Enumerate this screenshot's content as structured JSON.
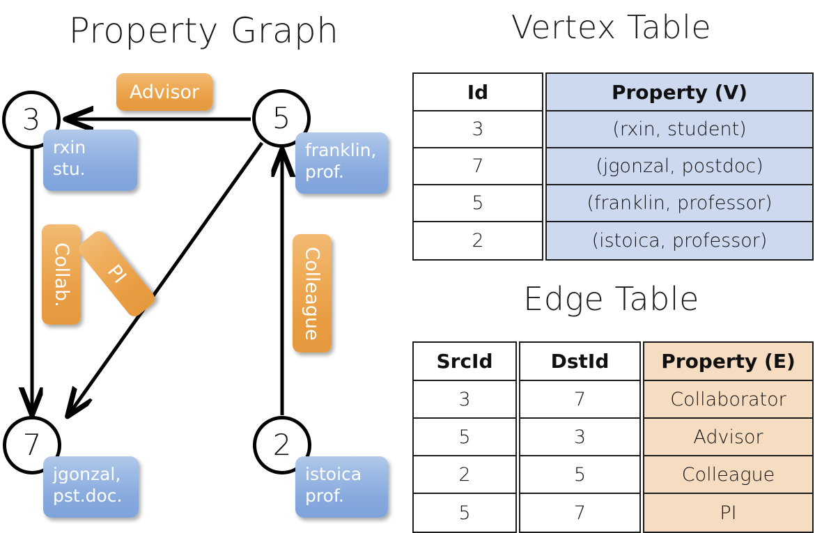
{
  "titles": {
    "property_graph": "Property Graph",
    "vertex_table": "Vertex Table",
    "edge_table": "Edge Table"
  },
  "colors": {
    "vertex_box_fill": "#86a8dd",
    "edge_label_fill": "#e89c41",
    "vertex_table_property_fill": "#ccd9ef",
    "edge_table_property_fill": "#f6dcc0",
    "stroke": "#000000",
    "background": "#ffffff"
  },
  "graph": {
    "vertices": [
      {
        "id": "3",
        "prop_line1": "rxin",
        "prop_line2": "stu."
      },
      {
        "id": "5",
        "prop_line1": "franklin,",
        "prop_line2": "prof."
      },
      {
        "id": "7",
        "prop_line1": "jgonzal,",
        "prop_line2": "pst.doc."
      },
      {
        "id": "2",
        "prop_line1": "istoica",
        "prop_line2": "prof."
      }
    ],
    "edge_labels": [
      {
        "name": "advisor",
        "text": "Advisor",
        "src": "5",
        "dst": "3"
      },
      {
        "name": "collab",
        "text": "Collab.",
        "src": "3",
        "dst": "7"
      },
      {
        "name": "pi",
        "text": "PI",
        "src": "5",
        "dst": "7"
      },
      {
        "name": "colleague",
        "text": "Colleague",
        "src": "2",
        "dst": "5"
      }
    ]
  },
  "vertex_table": {
    "headers": [
      "Id",
      "Property (V)"
    ],
    "rows": [
      {
        "id": "3",
        "property": "(rxin, student)"
      },
      {
        "id": "7",
        "property": "(jgonzal, postdoc)"
      },
      {
        "id": "5",
        "property": "(franklin, professor)"
      },
      {
        "id": "2",
        "property": "(istoica, professor)"
      }
    ]
  },
  "edge_table": {
    "headers": [
      "SrcId",
      "DstId",
      "Property (E)"
    ],
    "rows": [
      {
        "src": "3",
        "dst": "7",
        "property": "Collaborator"
      },
      {
        "src": "5",
        "dst": "3",
        "property": "Advisor"
      },
      {
        "src": "2",
        "dst": "5",
        "property": "Colleague"
      },
      {
        "src": "5",
        "dst": "7",
        "property": "PI"
      }
    ]
  }
}
